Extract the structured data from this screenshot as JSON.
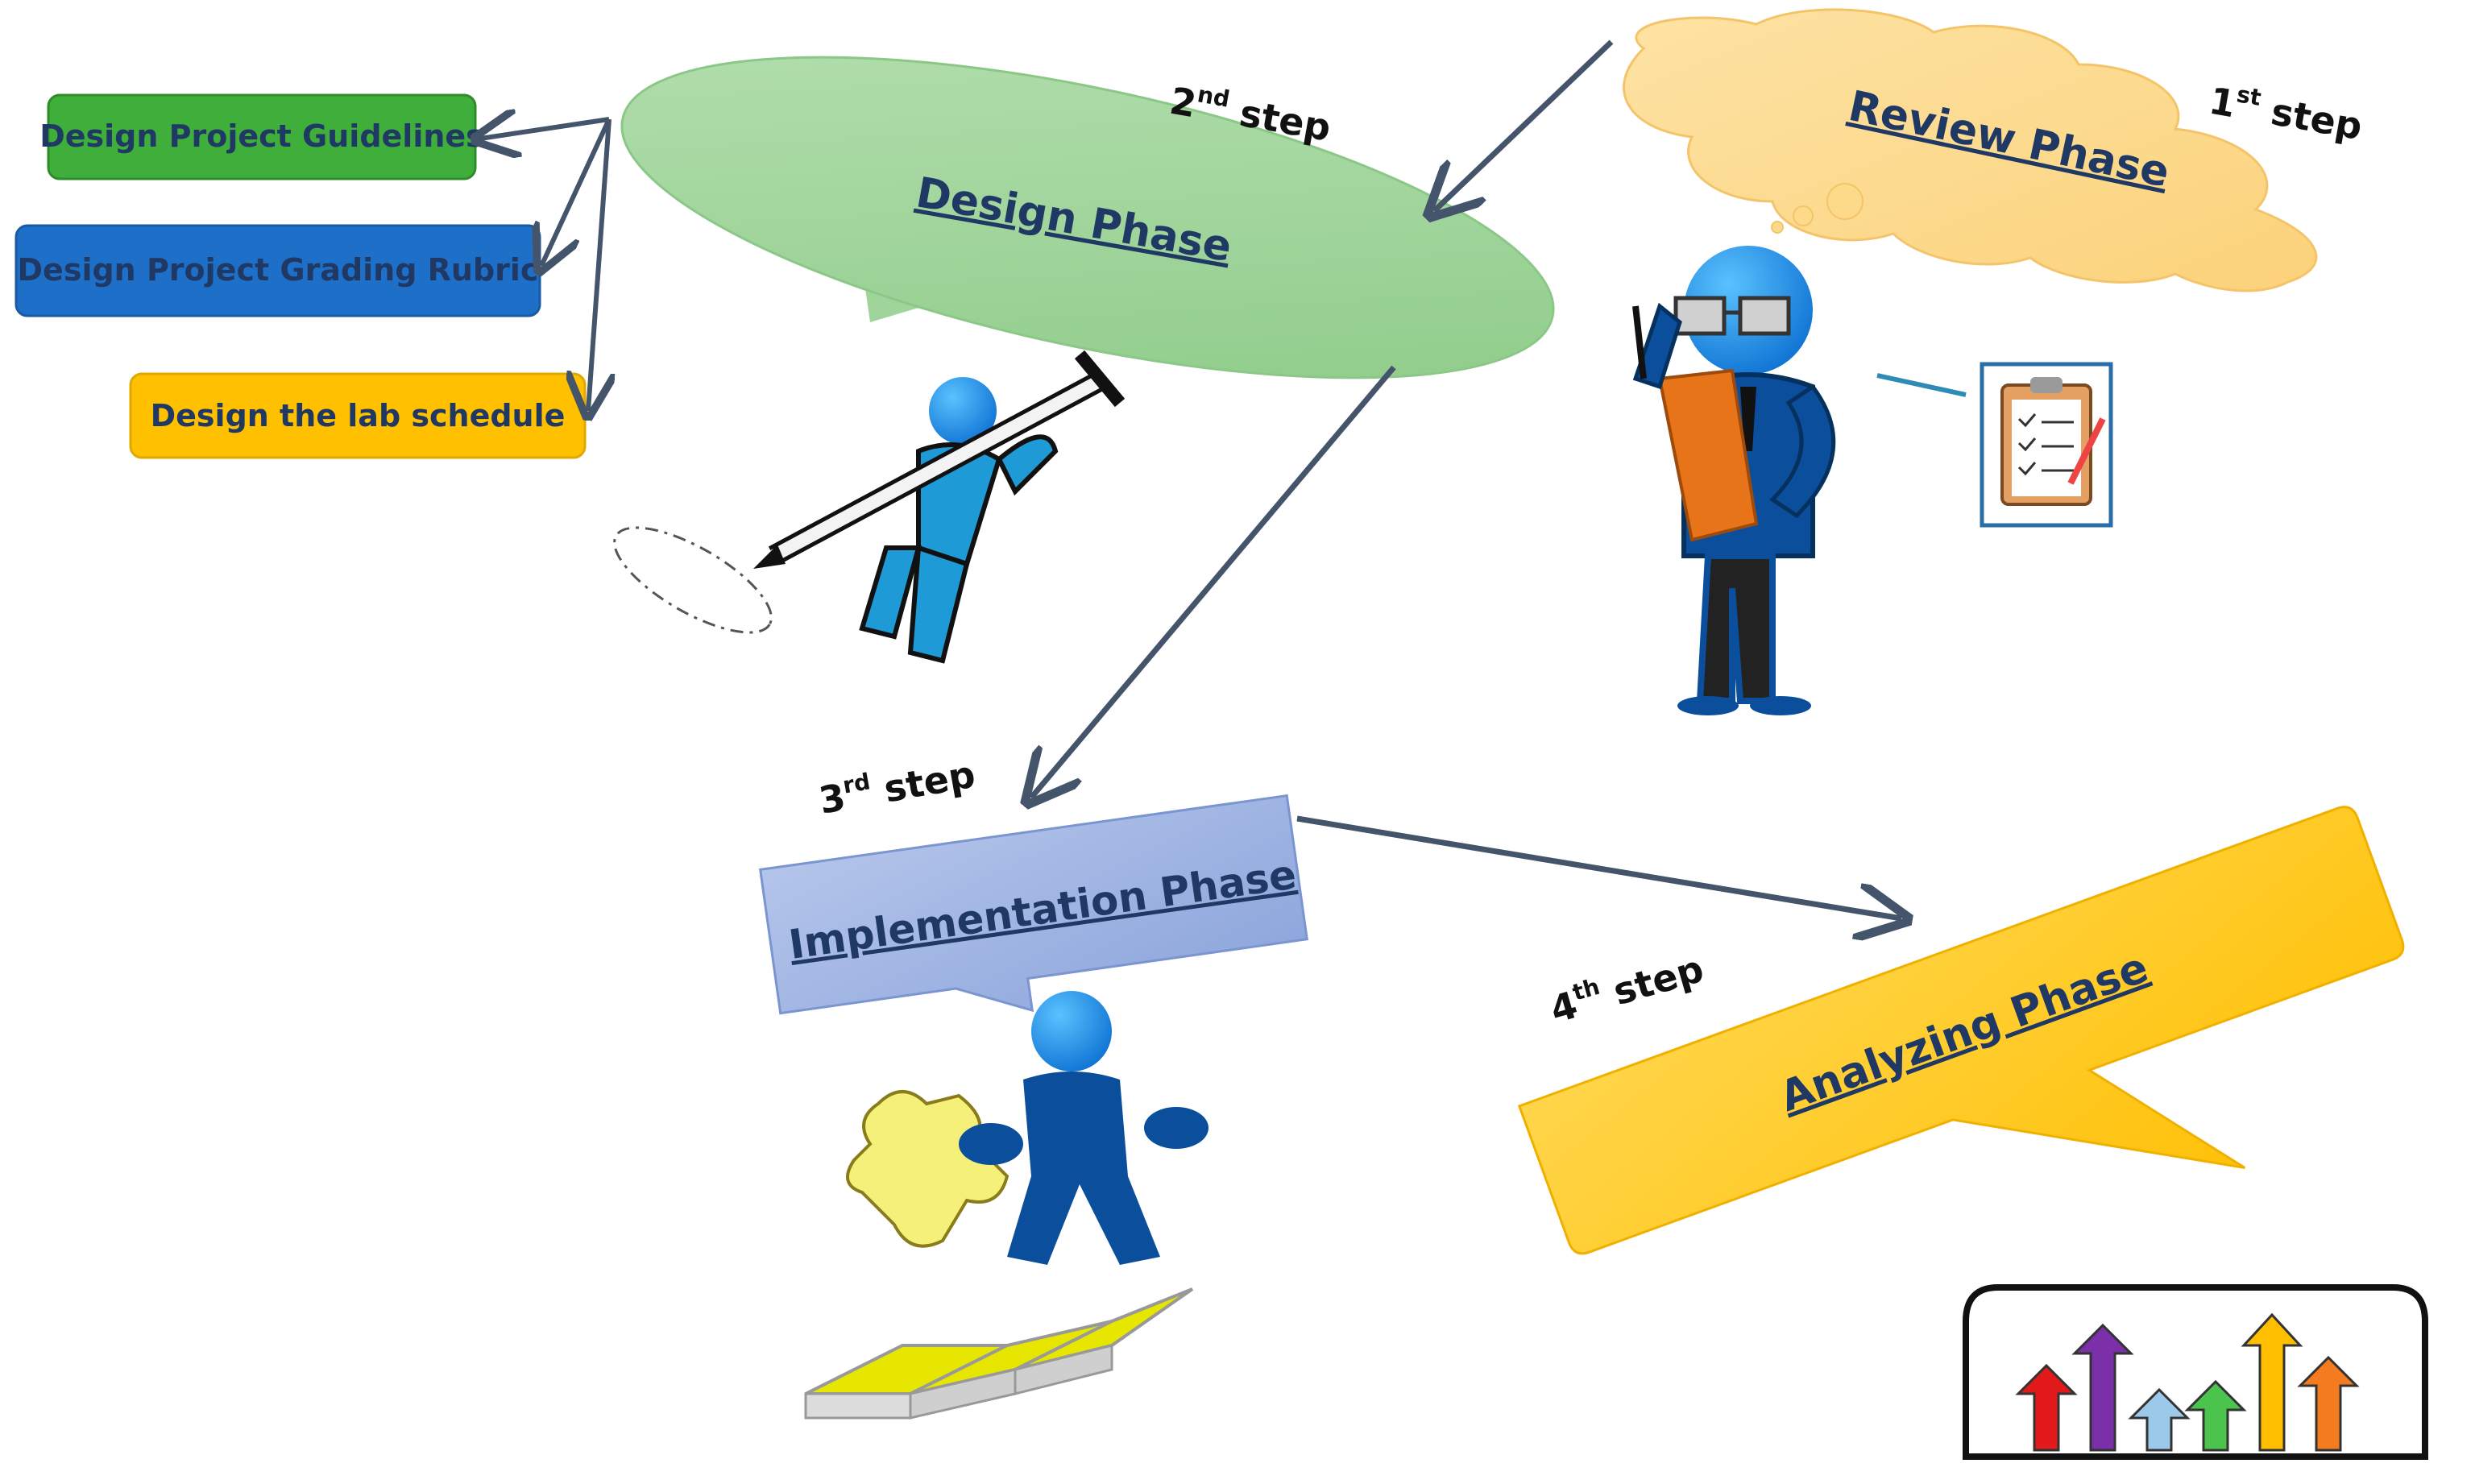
{
  "phases": {
    "review": {
      "label": "Review Phase",
      "step_num": "1",
      "step_sup": "st",
      "step_word": " step",
      "color": "#fdd98a"
    },
    "design": {
      "label": "Design Phase",
      "step_num": "2",
      "step_sup": "nd",
      "step_word": " step",
      "color": "#9fd49a"
    },
    "implementation": {
      "label": "Implementation Phase",
      "step_num": "3",
      "step_sup": "rd",
      "step_word": " step",
      "color": "#9fb3e0"
    },
    "analyzing": {
      "label": "Analyzing Phase",
      "step_num": "4",
      "step_sup": "th",
      "step_word": " step",
      "color": "#ffc107"
    }
  },
  "design_outputs": [
    {
      "label": "Design Project Guidelines",
      "color": "#3fae3a"
    },
    {
      "label": "Design Project Grading Rubric",
      "color": "#1e6fc8"
    },
    {
      "label": "Design the lab schedule",
      "color": "#ffc000"
    }
  ],
  "colors": {
    "arrow": "#44546a",
    "figure_dark": "#0b4f9c",
    "figure_light": "#1e9ad6"
  },
  "icons": [
    "clipboard-icon",
    "puzzle-piece-icon",
    "pencil-icon",
    "bar-arrows-icon"
  ]
}
